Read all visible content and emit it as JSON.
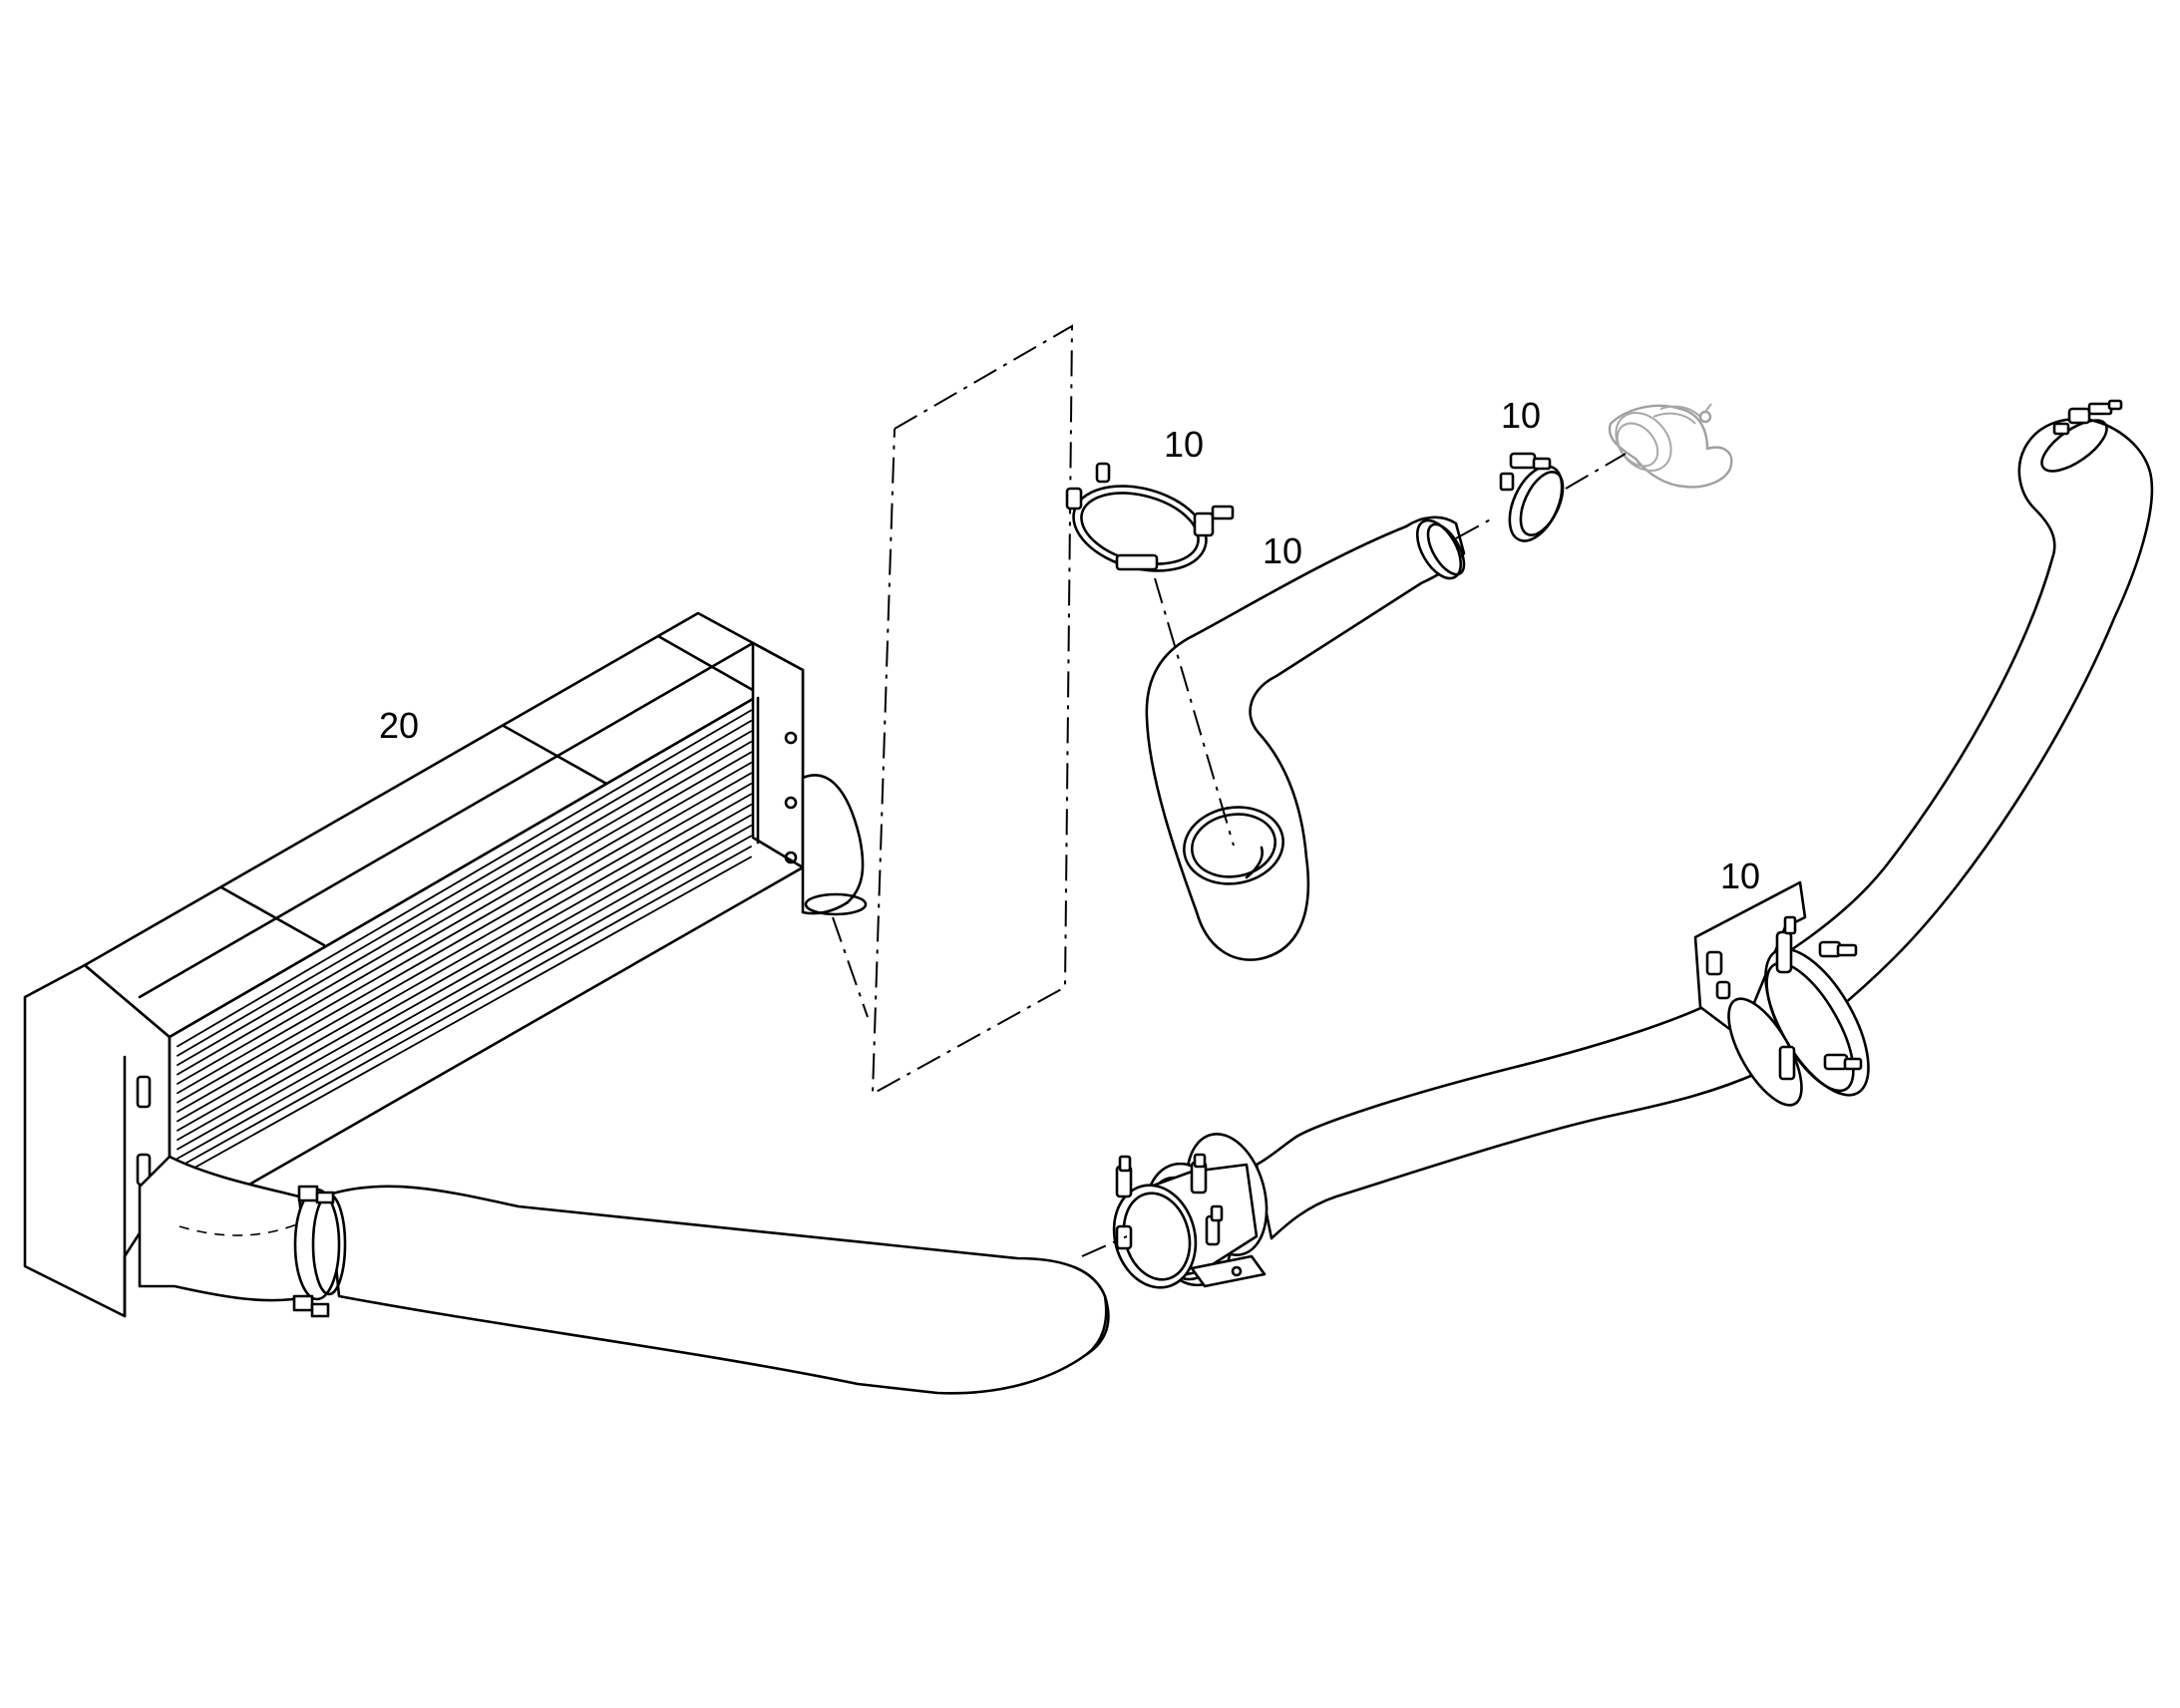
{
  "callouts": {
    "intercooler": "20",
    "clamp_top": "10",
    "clamp_small": "10",
    "upper_pipe": "10",
    "right_hose": "10"
  }
}
